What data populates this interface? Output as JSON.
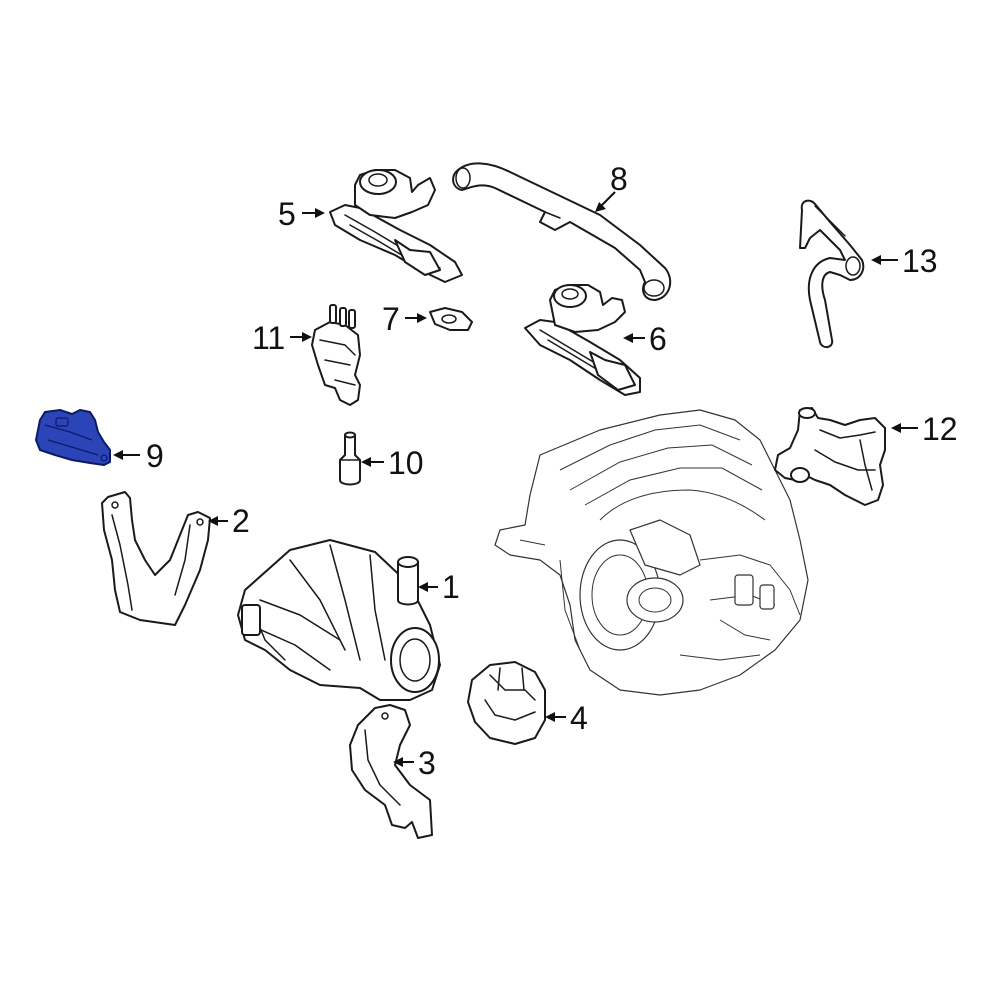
{
  "colors": {
    "background": "#ffffff",
    "line": "#1a1a1a",
    "highlight_fill": "#2b44b8",
    "highlight_stroke": "#0d1a66"
  },
  "highlighted_part": "9",
  "callouts": {
    "c1": "1",
    "c2": "2",
    "c3": "3",
    "c4": "4",
    "c5": "5",
    "c6": "6",
    "c7": "7",
    "c8": "8",
    "c9": "9",
    "c10": "10",
    "c11": "11",
    "c12": "12",
    "c13": "13"
  }
}
